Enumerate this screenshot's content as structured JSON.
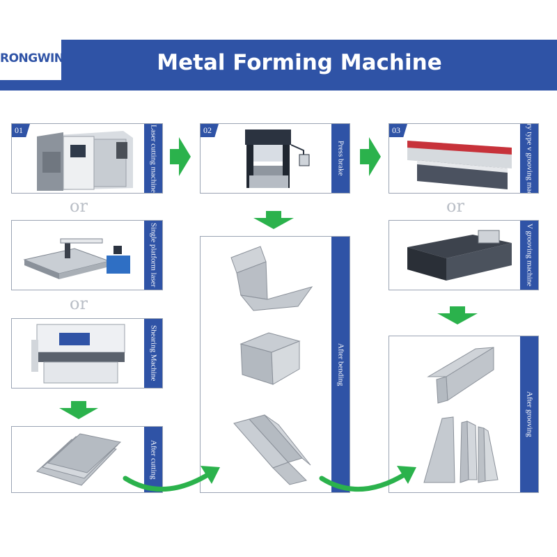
{
  "header": {
    "logo": "RONGWIN",
    "title": "Metal Forming Machine"
  },
  "steps": [
    {
      "number": "01",
      "label": "Laser cutting machine"
    },
    {
      "number": "02",
      "label": "Press brake"
    },
    {
      "number": "03",
      "label": "Gantry type v grooving machine"
    }
  ],
  "alternatives": {
    "or_text": "or",
    "single_platform_laser": "Single platform laser",
    "shearing_machine": "Shearing Machine",
    "v_grooving_machine": "V grooving machine"
  },
  "results": {
    "after_cutting": "After cutting",
    "after_bending": "After bending",
    "after_grooving": "After grooving"
  },
  "colors": {
    "brand_blue": "#2f53a6",
    "arrow_green": "#2bb24c",
    "or_gray": "#b9bec6"
  }
}
